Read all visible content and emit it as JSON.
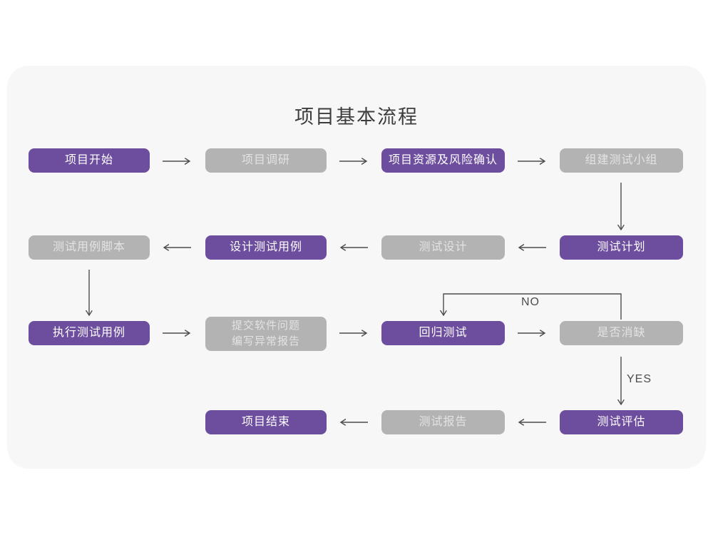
{
  "title": "项目基本流程",
  "colors": {
    "node_purple": "#6d4d9e",
    "node_gray": "#b3b3b3",
    "card_background": "#f7f7f7",
    "arrow": "#4d4d4d"
  },
  "labels": {
    "no": "NO",
    "yes": "YES"
  },
  "nodes": [
    {
      "id": "project-start",
      "label": "项目开始",
      "type": "purple"
    },
    {
      "id": "project-research",
      "label": "项目调研",
      "type": "gray"
    },
    {
      "id": "resources-risk",
      "label": "项目资源及风险确认",
      "type": "purple"
    },
    {
      "id": "build-test-team",
      "label": "组建测试小组",
      "type": "gray"
    },
    {
      "id": "test-plan",
      "label": "测试计划",
      "type": "purple"
    },
    {
      "id": "test-design",
      "label": "测试设计",
      "type": "gray"
    },
    {
      "id": "design-test-cases",
      "label": "设计测试用例",
      "type": "purple"
    },
    {
      "id": "test-case-script",
      "label": "测试用例脚本",
      "type": "gray"
    },
    {
      "id": "run-test-cases",
      "label": "执行测试用例",
      "type": "purple"
    },
    {
      "id": "submit-issue-report",
      "label": "提交软件问题\n编写异常报告",
      "type": "gray"
    },
    {
      "id": "regression-test",
      "label": "回归测试",
      "type": "purple"
    },
    {
      "id": "defect-cleared",
      "label": "是否消缺",
      "type": "gray"
    },
    {
      "id": "test-evaluation",
      "label": "测试评估",
      "type": "purple"
    },
    {
      "id": "test-report",
      "label": "测试报告",
      "type": "gray"
    },
    {
      "id": "project-end",
      "label": "项目结束",
      "type": "purple"
    }
  ],
  "edges": [
    {
      "from": "project-start",
      "to": "project-research",
      "label": ""
    },
    {
      "from": "project-research",
      "to": "resources-risk",
      "label": ""
    },
    {
      "from": "resources-risk",
      "to": "build-test-team",
      "label": ""
    },
    {
      "from": "build-test-team",
      "to": "test-plan",
      "label": ""
    },
    {
      "from": "test-plan",
      "to": "test-design",
      "label": ""
    },
    {
      "from": "test-design",
      "to": "design-test-cases",
      "label": ""
    },
    {
      "from": "design-test-cases",
      "to": "test-case-script",
      "label": ""
    },
    {
      "from": "test-case-script",
      "to": "run-test-cases",
      "label": ""
    },
    {
      "from": "run-test-cases",
      "to": "submit-issue-report",
      "label": ""
    },
    {
      "from": "submit-issue-report",
      "to": "regression-test",
      "label": ""
    },
    {
      "from": "regression-test",
      "to": "defect-cleared",
      "label": ""
    },
    {
      "from": "defect-cleared",
      "to": "regression-test",
      "label": "NO"
    },
    {
      "from": "defect-cleared",
      "to": "test-evaluation",
      "label": "YES"
    },
    {
      "from": "test-evaluation",
      "to": "test-report",
      "label": ""
    },
    {
      "from": "test-report",
      "to": "project-end",
      "label": ""
    }
  ]
}
